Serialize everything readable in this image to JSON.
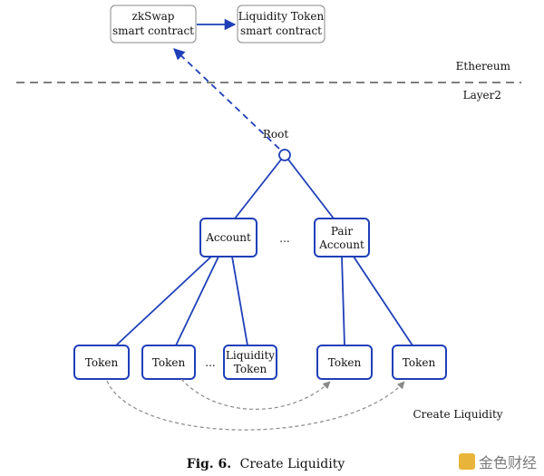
{
  "top": {
    "zkswap": [
      "zkSwap",
      "smart contract"
    ],
    "liquidity_token_contract": [
      "Liquidity Token",
      "smart contract"
    ]
  },
  "layers": {
    "ethereum": "Ethereum",
    "layer2": "Layer2"
  },
  "tree": {
    "root": "Root",
    "account": "Account",
    "ellipsis_mid": "...",
    "pair_account": [
      "Pair",
      "Account"
    ],
    "token": "Token",
    "ellipsis_tokens": "...",
    "liquidity_token": [
      "Liquidity",
      "Token"
    ]
  },
  "annotation": "Create Liquidity",
  "caption": {
    "label": "Fig. 6.",
    "text": "Create Liquidity"
  },
  "watermark": "金色财经",
  "colors": {
    "edge": "#1f3fb8",
    "separator": "#555555",
    "liquidity_curve": "#8a8a8a",
    "box_border_top": "#888888"
  }
}
